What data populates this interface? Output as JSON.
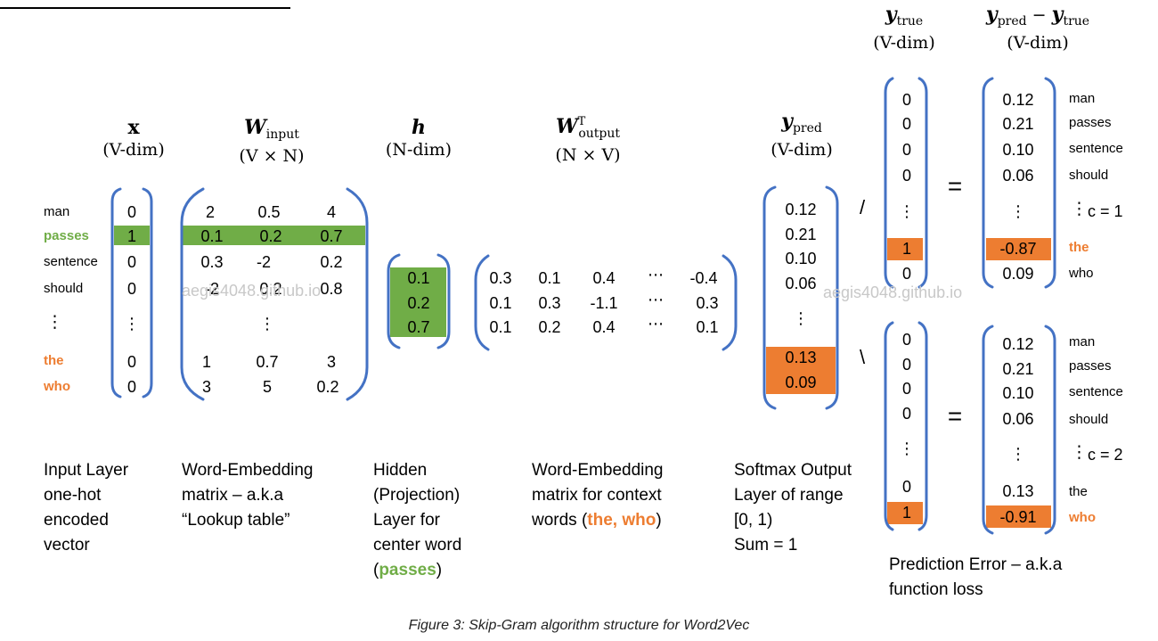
{
  "headers": {
    "x": {
      "symbol": "x",
      "dim": "(V-dim)"
    },
    "w_input": {
      "symbol": "W",
      "sub": "input",
      "dim": "(V × N)"
    },
    "h": {
      "symbol": "h",
      "dim": "(N-dim)"
    },
    "w_output": {
      "symbol": "W",
      "sub": "output",
      "sup": "T",
      "dim": "(N × V)"
    },
    "y_pred": {
      "symbol": "y",
      "sub": "pred",
      "dim": "(V-dim)"
    },
    "y_true": {
      "symbol": "y",
      "sub": "true",
      "dim": "(V-dim)"
    },
    "error": {
      "sym1": "y",
      "sub1": "pred",
      "minus": "−",
      "sym2": "y",
      "sub2": "true",
      "dim": "(V-dim)"
    }
  },
  "vocab": [
    "man",
    "passes",
    "sentence",
    "should",
    "⋮",
    "the",
    "who"
  ],
  "x_values": [
    "0",
    "1",
    "0",
    "0",
    "⋮",
    "0",
    "0"
  ],
  "w_input": [
    [
      "2",
      "0.5",
      "4"
    ],
    [
      "0.1",
      "0.2",
      "0.7"
    ],
    [
      "0.3",
      "-2",
      "0.2"
    ],
    [
      "-2",
      "0.2",
      "0.8"
    ],
    [
      "",
      "⋮",
      ""
    ],
    [
      "1",
      "0.7",
      "3"
    ],
    [
      "3",
      "5",
      "0.2"
    ]
  ],
  "h_values": [
    "0.1",
    "0.2",
    "0.7"
  ],
  "w_output": [
    [
      "0.3",
      "0.1",
      "0.4",
      "⋯",
      "-0.4"
    ],
    [
      "0.1",
      "0.3",
      "-1.1",
      "⋯",
      "0.3"
    ],
    [
      "0.1",
      "0.2",
      "0.4",
      "⋯",
      "0.1"
    ]
  ],
  "y_pred": [
    "0.12",
    "0.21",
    "0.10",
    "0.06",
    "⋮",
    "0.13",
    "0.09"
  ],
  "context1": {
    "y_true": [
      "0",
      "0",
      "0",
      "0",
      "⋮",
      "1",
      "0"
    ],
    "error": [
      "0.12",
      "0.21",
      "0.10",
      "0.06",
      "⋮",
      "-0.87",
      "0.09"
    ],
    "words": [
      "man",
      "passes",
      "sentence",
      "should",
      "⋮",
      "the",
      "who"
    ],
    "c_label": "c = 1"
  },
  "context2": {
    "y_true": [
      "0",
      "0",
      "0",
      "0",
      "⋮",
      "0",
      "1"
    ],
    "error": [
      "0.12",
      "0.21",
      "0.10",
      "0.06",
      "⋮",
      "0.13",
      "-0.91"
    ],
    "words": [
      "man",
      "passes",
      "sentence",
      "should",
      "⋮",
      "the",
      "who"
    ],
    "c_label": "c = 2"
  },
  "ops": {
    "slash": "/",
    "backslash": "\\",
    "equals": "="
  },
  "descriptions": {
    "input": [
      "Input Layer",
      "one-hot",
      "encoded",
      "vector"
    ],
    "embedding": [
      "Word-Embedding",
      "matrix – a.k.a",
      "“Lookup table”"
    ],
    "hidden": [
      "Hidden",
      "(Projection)",
      "Layer for",
      "center word"
    ],
    "hidden_word_open": "(",
    "hidden_word": "passes",
    "hidden_word_close": ")",
    "context_emb": [
      "Word-Embedding",
      "matrix for context"
    ],
    "context_emb_prefix": "words (",
    "context_emb_words": "the, who",
    "context_emb_suffix": ")",
    "softmax": [
      "Softmax Output",
      "Layer of range",
      "[0, 1)",
      "Sum = 1"
    ],
    "error": [
      "Prediction Error – a.k.a",
      "function loss"
    ]
  },
  "watermarks": [
    "aegis4048.github.io",
    "aegis4048.github.io"
  ],
  "caption": "Figure 3: Skip-Gram algorithm structure for Word2Vec",
  "colors": {
    "bracket": "#4472c4",
    "green": "#70ad47",
    "orange": "#ed7d31"
  }
}
